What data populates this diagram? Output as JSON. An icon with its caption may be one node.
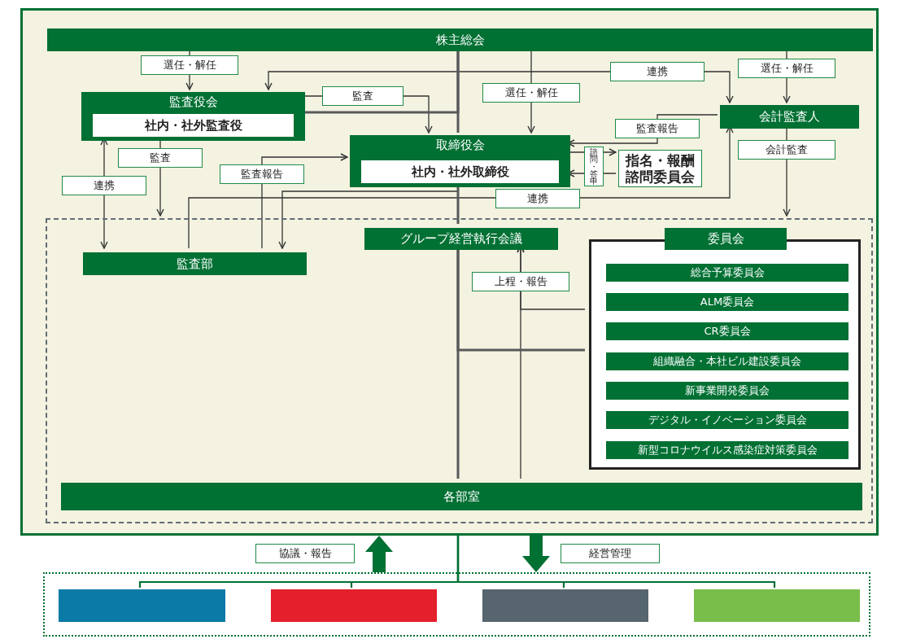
{
  "diagram": {
    "nodes": [
      {
        "text": [],
        "shape": "box"
      },
      {
        "text": [
          "株主総会"
        ],
        "in": 0
      },
      {
        "text": [
          "監査役会",
          "社内・社外監査役"
        ],
        "in": 0
      },
      {
        "text": [
          "取締役会",
          "社内・社外取締役"
        ],
        "in": 0
      },
      {
        "text": [
          "指名・報酬諮問委員会"
        ],
        "in": 0
      },
      {
        "text": [
          "会計監査人"
        ],
        "in": 0
      },
      {
        "text": [],
        "shape": "box",
        "in": 0
      },
      {
        "text": [
          "監査部"
        ],
        "in": 6
      },
      {
        "text": [
          "グループ経営執行会議"
        ],
        "in": 6
      },
      {
        "text": [],
        "shape": "box",
        "in": 6
      },
      {
        "text": [
          "委員会"
        ],
        "in": 6
      },
      {
        "text": [
          "総合予算委員会"
        ],
        "in": 9
      },
      {
        "text": [
          "ALM委員会"
        ],
        "in": 9
      },
      {
        "text": [
          "CR委員会"
        ],
        "in": 9
      },
      {
        "text": [
          "組織融合・本社ビル建設委員会"
        ],
        "in": 9
      },
      {
        "text": [
          "新事業開発委員会"
        ],
        "in": 9
      },
      {
        "text": [
          "デジタル・イノベーション委員会"
        ],
        "in": 9
      },
      {
        "text": [
          "新型コロナウイルス感染症対策委員会"
        ],
        "in": 9
      },
      {
        "text": [
          "各部室"
        ],
        "in": 6
      },
      {
        "text": [],
        "shape": "box"
      },
      {
        "text": [],
        "shape": "box",
        "in": 19
      },
      {
        "text": [],
        "shape": "box",
        "in": 19
      },
      {
        "text": [],
        "shape": "box",
        "in": 19
      },
      {
        "text": [],
        "shape": "box",
        "in": 19
      }
    ],
    "edges": [
      {
        "from": 1,
        "to": 2,
        "arrow": "to",
        "label": "選任・解任"
      },
      {
        "from": 1,
        "to": 3,
        "arrow": "to",
        "label": "選任・解任"
      },
      {
        "from": 1,
        "to": 5,
        "arrow": "to",
        "label": "選任・解任"
      },
      {
        "from": 2,
        "to": 5,
        "arrow": "both",
        "label": "連携"
      },
      {
        "from": 2,
        "to": 3,
        "arrow": "to",
        "label": "監査"
      },
      {
        "from": 2,
        "to": 6,
        "arrow": "to",
        "label": "監査"
      },
      {
        "from": 2,
        "to": 7,
        "arrow": "both",
        "label": "連携"
      },
      {
        "from": 7,
        "to": 3,
        "arrow": "to",
        "label": "監査報告"
      },
      {
        "from": 5,
        "to": 3,
        "arrow": "to",
        "label": "監査報告"
      },
      {
        "from": 3,
        "to": 4,
        "arrow": "to"
      },
      {
        "from": 4,
        "to": 3,
        "arrow": "to"
      },
      {
        "from": 7,
        "to": 5,
        "arrow": "to",
        "label": "連携"
      },
      {
        "from": 3,
        "to": 7,
        "arrow": "to"
      },
      {
        "from": 5,
        "to": 6,
        "arrow": "to",
        "label": "会計監査"
      },
      {
        "from": 18,
        "to": 8,
        "arrow": "to",
        "label": "上程・報告"
      },
      {
        "from": 9,
        "to": 8,
        "arrow": "to"
      },
      {
        "from": 1,
        "to": 2,
        "arrow": "none",
        "style": "thick"
      },
      {
        "from": 1,
        "to": 3,
        "arrow": "none",
        "style": "thick"
      },
      {
        "from": 3,
        "to": 8,
        "arrow": "none",
        "style": "thick"
      },
      {
        "from": 8,
        "to": 18,
        "arrow": "none",
        "style": "thick"
      },
      {
        "from": 8,
        "to": 9,
        "arrow": "none",
        "style": "thick"
      },
      {
        "from": 19,
        "to": 0,
        "arrow": "to",
        "label": "協議・報告",
        "style": "thick",
        "color": "#007033"
      },
      {
        "from": 0,
        "to": 19,
        "arrow": "to",
        "label": "経営管理",
        "style": "thick",
        "color": "#007033"
      },
      {
        "from": 0,
        "to": 20,
        "arrow": "none",
        "color": "#007033"
      },
      {
        "from": 0,
        "to": 21,
        "arrow": "none",
        "color": "#007033"
      },
      {
        "from": 0,
        "to": 22,
        "arrow": "none",
        "color": "#007033"
      },
      {
        "from": 0,
        "to": 23,
        "arrow": "none",
        "color": "#007033"
      }
    ],
    "labels": [
      "諮問・答申"
    ]
  }
}
